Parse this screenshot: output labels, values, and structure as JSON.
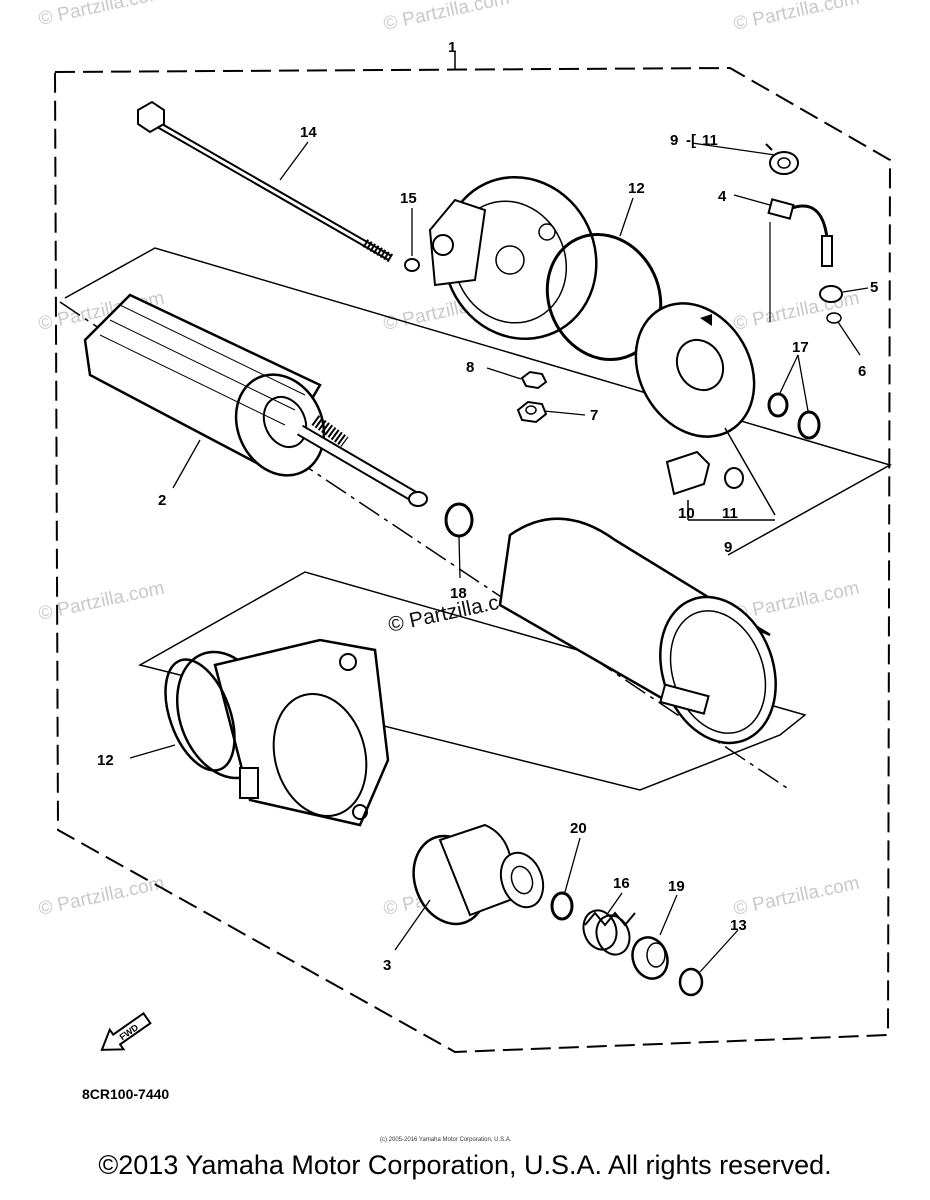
{
  "watermark": "© Partzilla.com",
  "watermark_center": "© Partzilla.com",
  "callouts": {
    "c1": "1",
    "c2": "2",
    "c3": "3",
    "c4": "4",
    "c5": "5",
    "c6": "6",
    "c7": "7",
    "c8": "8",
    "c9a": "9",
    "c9b": "9",
    "c10": "10",
    "c11a": "11",
    "c11b": "11",
    "c12a": "12",
    "c12b": "12",
    "c13": "13",
    "c14": "14",
    "c15": "15",
    "c16": "16",
    "c17": "17",
    "c18": "18",
    "c19": "19",
    "c20": "20"
  },
  "fwd_label": "FWD",
  "part_number": "8CR100-7440",
  "small_copyright": "(c) 2005-2016 Yamaha Motor Corporation, U.S.A.",
  "footer": "©2013 Yamaha Motor Corporation, U.S.A. All rights reserved."
}
